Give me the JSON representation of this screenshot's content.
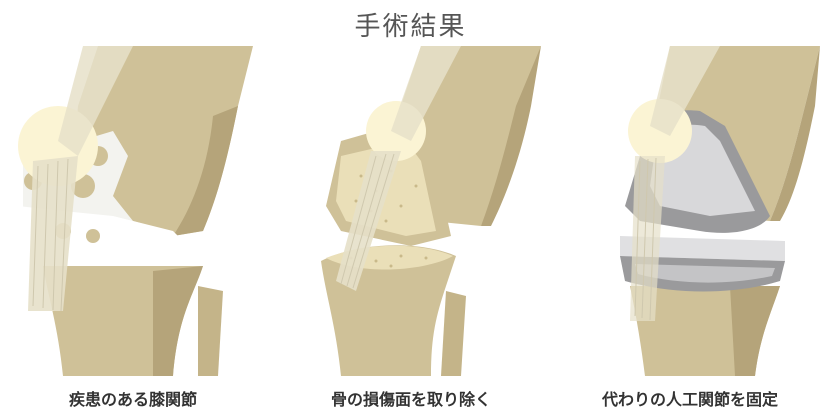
{
  "title": "手術結果",
  "panels": [
    {
      "caption": "疾患のある膝関節"
    },
    {
      "caption": "骨の損傷面を取り除く"
    },
    {
      "caption": "代わりの人工関節を固定"
    }
  ],
  "colors": {
    "bone": "#cfc198",
    "bone_shade": "#b5a47a",
    "cartilage": "#f3f3ef",
    "patella": "#fbf4d4",
    "tendon": "#e6e0c9",
    "cut_surface": "#eadfb8",
    "implant_metal": "#9a9a9c",
    "implant_light": "#d8d8da",
    "title_text": "#555555"
  }
}
